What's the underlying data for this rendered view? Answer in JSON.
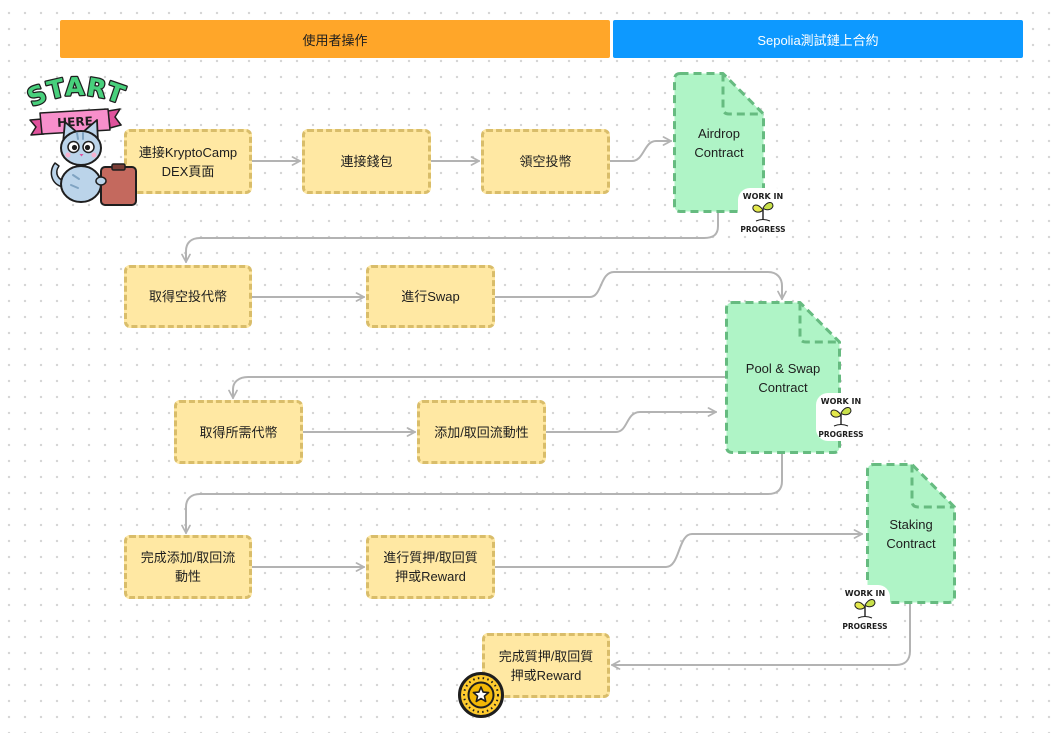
{
  "board": {
    "background": "#ffffff",
    "grid_dot_color": "#d4d4d4"
  },
  "lanes": [
    {
      "label": "使用者操作",
      "color": "#FFA629",
      "text_color": "#1E1E1E"
    },
    {
      "label": "Sepolia測試鏈上合約",
      "color": "#0D99FF",
      "text_color": "#FFFFFF"
    }
  ],
  "start_sticker": {
    "top_text": "START",
    "ribbon_text": "HERE"
  },
  "step_style": {
    "fill": "#FFE8A3",
    "border": "#D9BD6A",
    "text_color": "#1E1E1E"
  },
  "contract_style": {
    "fill": "#AFF4C6",
    "border": "#66BB80",
    "text_color": "#1E1E1E"
  },
  "connector_color": "#B3B3B3",
  "steps": [
    {
      "lines": [
        "連接KryptoCamp",
        "DEX頁面"
      ]
    },
    {
      "lines": [
        "連接錢包"
      ]
    },
    {
      "lines": [
        "領空投幣"
      ]
    },
    {
      "lines": [
        "取得空投代幣"
      ]
    },
    {
      "lines": [
        "進行Swap"
      ]
    },
    {
      "lines": [
        "取得所需代幣"
      ]
    },
    {
      "lines": [
        "添加/取回流動性"
      ]
    },
    {
      "lines": [
        "完成添加/取回流",
        "動性"
      ]
    },
    {
      "lines": [
        "進行質押/取回質",
        "押或Reward"
      ]
    },
    {
      "lines": [
        "完成質押/取回質",
        "押或Reward"
      ]
    }
  ],
  "contracts": [
    {
      "lines": [
        "Airdrop",
        "Contract"
      ]
    },
    {
      "lines": [
        "Pool & Swap",
        "Contract"
      ]
    },
    {
      "lines": [
        "Staking",
        "Contract"
      ]
    }
  ],
  "status_sticker": {
    "top_text": "WORK IN",
    "bottom_text": "PROGRESS"
  },
  "end_marker": {
    "icon": "star-coin-icon",
    "color": "#FFCB2E"
  }
}
